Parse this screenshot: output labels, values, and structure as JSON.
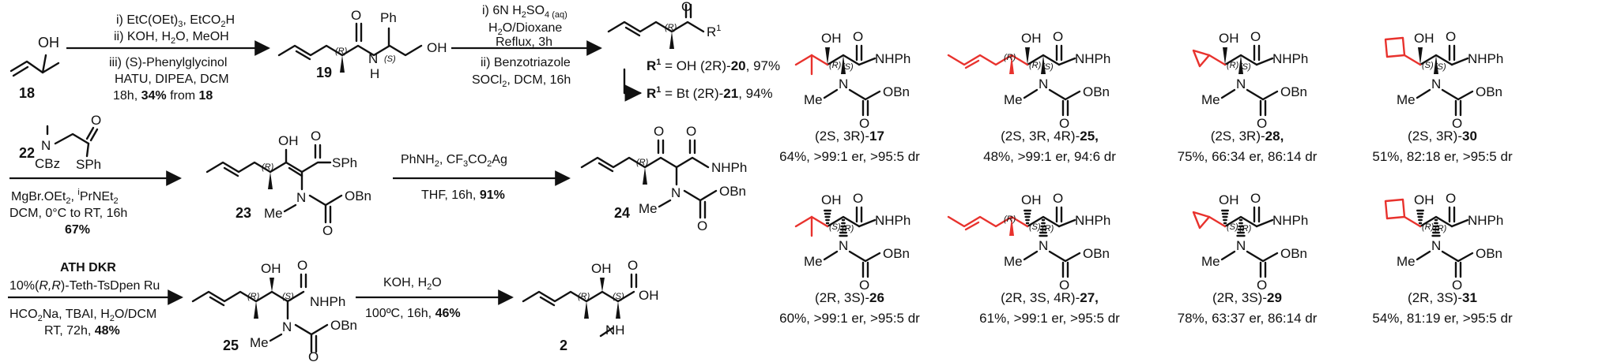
{
  "colors": {
    "ink": "#111111",
    "highlight": "#e8322d"
  },
  "start": {
    "atom_oh": "OH",
    "label": "18"
  },
  "step1": {
    "r1": "i) EtC(OEt)",
    "r1b": "3",
    "r1c": ", EtCO",
    "r1d": "2",
    "r1e": "H",
    "r2": "ii) KOH, H",
    "r2b": "2",
    "r2c": "O, MeOH",
    "r3": "iii) (S)-Phenylglycinol",
    "r4": "HATU, DIPEA, DCM",
    "r5a": "18h, ",
    "r5b": "34%",
    "r5c": " from ",
    "r5d": "18"
  },
  "cmpd19": {
    "label": "19",
    "ph": "Ph",
    "oh": "OH",
    "o": "O",
    "n": "N",
    "h": "H",
    "R": "(R)",
    "S": "(S)"
  },
  "step2": {
    "r1a": "i) 6N H",
    "r1b": "2",
    "r1c": "SO",
    "r1d": "4 (aq)",
    "r2a": "H",
    "r2b": "2",
    "r2c": "O/Dioxane",
    "r3": "Reflux, 3h",
    "r4": "ii) Benzotriazole",
    "r5a": "SOCl",
    "r5b": "2",
    "r5c": ", DCM, 16h"
  },
  "acyl": {
    "o": "O",
    "R": "(R)",
    "r1": "R",
    "r1sup": "1",
    "line1a": "R",
    "line1b": "1",
    "line1c": " = OH (2R)-",
    "line1d": "20",
    "line1e": ", 97%",
    "line2a": "R",
    "line2b": "1",
    "line2c": " = Bt (2R)-",
    "line2d": "21",
    "line2e": ", 94%"
  },
  "step3": {
    "label22": "22",
    "n": "N",
    "cbz": "CBz",
    "o": "O",
    "sph": "SPh",
    "c1": "MgBr.OEt",
    "c1b": "2",
    "c1c": ", ",
    "c1d": "i",
    "c1e": "PrNEt",
    "c1f": "2",
    "c2": "DCM, 0°C to RT,  16h",
    "c3": "67%"
  },
  "cmpd23": {
    "label": "23",
    "oh": "OH",
    "sph": "SPh",
    "R": "(R)",
    "n": "N",
    "me": "Me",
    "o": "O",
    "obn": "OBn"
  },
  "step4": {
    "a1": "PhNH",
    "a1b": "2",
    "a1c": ", CF",
    "a1d": "3",
    "a1e": "CO",
    "a1f": "2",
    "a1g": "Ag",
    "b1": "THF, 16h, ",
    "b2": "91%"
  },
  "cmpd24": {
    "label": "24",
    "o": "O",
    "nhph": "NHPh",
    "R": "(R)",
    "n": "N",
    "me": "Me",
    "obn": "OBn"
  },
  "step5": {
    "title": "ATH DKR",
    "l1a": "10%(",
    "l1b": "R,R",
    "l1c": ")-Teth-TsDpen Ru",
    "l2a": "HCO",
    "l2b": "2",
    "l2c": "Na, TBAI, H",
    "l2d": "2",
    "l2e": "O/DCM",
    "l3a": "RT, 72h, ",
    "l3b": "48%"
  },
  "cmpd25": {
    "label": "25",
    "oh": "OH",
    "o": "O",
    "nhph": "NHPh",
    "R": "(R)",
    "S": "(S)",
    "n": "N",
    "me": "Me",
    "obn": "OBn"
  },
  "step6": {
    "a1": "KOH, H",
    "a1b": "2",
    "a1c": "O",
    "b1": "100ºC, 16h, ",
    "b2": "46%"
  },
  "cmpd2": {
    "label": "2",
    "oh": "OH",
    "o": "O",
    "oh2": "OH",
    "R": "(R)",
    "S": "(S)",
    "nh": "NH"
  },
  "grid": [
    {
      "id": "17",
      "sidechain": "isopropyl",
      "stereo": [
        "(R)",
        "(S)"
      ],
      "caption_a": "(2S, 3R)-",
      "caption_b": "17",
      "caption_c": "",
      "stats": "64%, >99:1 er, >95:5 dr"
    },
    {
      "id": "25",
      "sidechain": "pentenyl",
      "stereo": [
        "(R)",
        "(R)",
        "(S)"
      ],
      "caption_a": "(2S, 3R, 4R)-",
      "caption_b": "25",
      "caption_c": ",",
      "stats": "48%, >99:1 er, 94:6 dr"
    },
    {
      "id": "28",
      "sidechain": "cyclopropyl",
      "stereo": [
        "(R)",
        "(S)"
      ],
      "caption_a": "(2S, 3R)-",
      "caption_b": "28",
      "caption_c": ",",
      "stats": "75%, 66:34 er, 86:14 dr"
    },
    {
      "id": "30",
      "sidechain": "cyclobutyl",
      "stereo": [
        "(S)",
        "(S)"
      ],
      "caption_a": "(2S, 3R)-",
      "caption_b": "30",
      "caption_c": "",
      "stats": "51%, 82:18 er, >95:5 dr"
    },
    {
      "id": "26",
      "sidechain": "isopropyl",
      "stereo": [
        "(S)",
        "(R)"
      ],
      "caption_a": "(2R, 3S)-",
      "caption_b": "26",
      "caption_c": "",
      "stats": "60%, >99:1 er, >95:5 dr"
    },
    {
      "id": "27",
      "sidechain": "pentenyl",
      "stereo": [
        "(R)",
        "(S)",
        "(R)"
      ],
      "caption_a": "(2R, 3S, 4R)-",
      "caption_b": "27",
      "caption_c": ",",
      "stats": "61%, >99:1 er, >95:5 dr"
    },
    {
      "id": "29",
      "sidechain": "cyclopropyl",
      "stereo": [
        "(S)",
        "(R)"
      ],
      "caption_a": "(2R, 3S)-",
      "caption_b": "29",
      "caption_c": "",
      "stats": "78%, 63:37 er, 86:14 dr"
    },
    {
      "id": "31",
      "sidechain": "cyclobutyl",
      "stereo": [
        "(R)",
        "(R)"
      ],
      "caption_a": "(2R, 3S)-",
      "caption_b": "31",
      "caption_c": "",
      "stats": "54%, 81:19 er, >95:5 dr"
    }
  ],
  "grid_atoms": {
    "oh": "OH",
    "o": "O",
    "nhph": "NHPh",
    "n": "N",
    "me": "Me",
    "obn": "OBn"
  }
}
